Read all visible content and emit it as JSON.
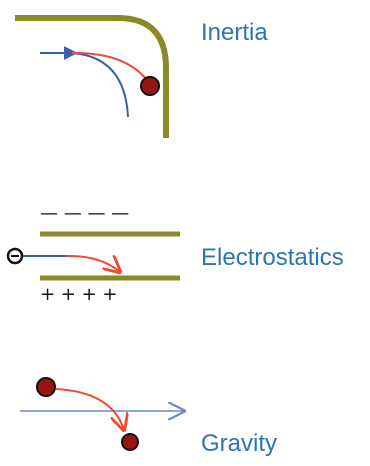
{
  "panels": [
    {
      "label": "Inertia"
    },
    {
      "label": "Electrostatics"
    },
    {
      "label": "Gravity"
    }
  ],
  "electrostatics": {
    "negative_row": "—   —   —   —",
    "positive_row": "+   +   +   +"
  },
  "colors": {
    "wall": "#8a8a28",
    "streamline": "#3b5cb0",
    "particle_path": "#f04a32",
    "particle": "#9b1414",
    "label": "#2b74b8",
    "flow_line": "#6b86cc"
  }
}
